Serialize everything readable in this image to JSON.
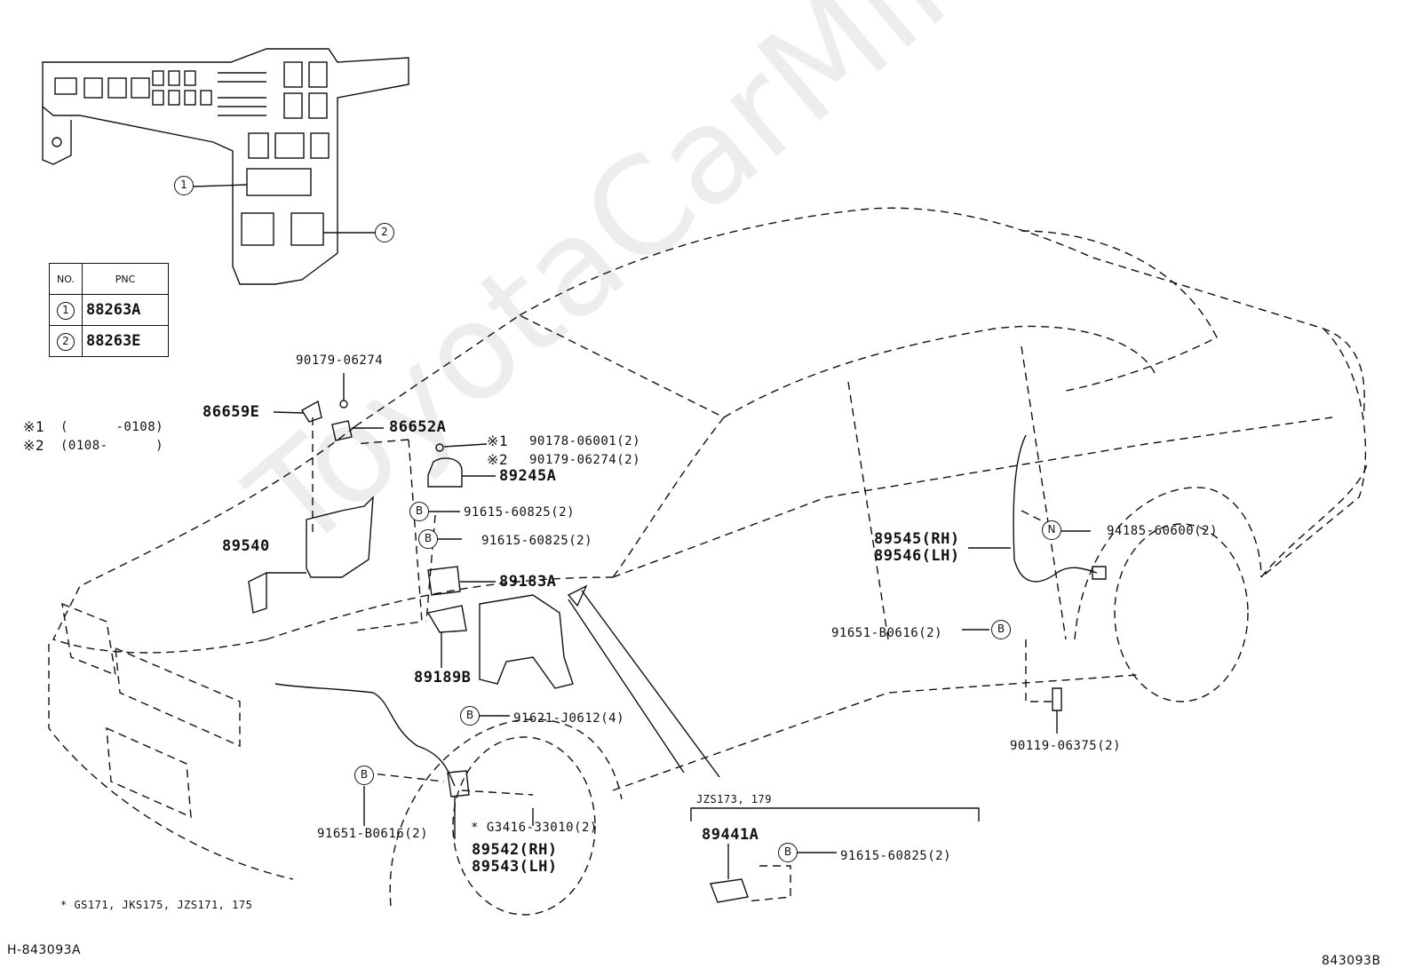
{
  "diagram_code_left": "H-843093A",
  "diagram_code_right": "843093B",
  "watermark": "ToyotaCarMine.ru",
  "table": {
    "header_no": "NO.",
    "header_pnc": "PNC",
    "rows": [
      {
        "no": "1",
        "pnc": "88263A"
      },
      {
        "no": "2",
        "pnc": "88263E"
      }
    ]
  },
  "fuse_box_callouts": {
    "one": "1",
    "two": "2"
  },
  "notes": {
    "note1_mark": "※1",
    "note1_range": "(      -0108)",
    "note2_mark": "※2",
    "note2_range": "(0108-      )",
    "footnote": "* GS171, JKS175, JZS171, 175",
    "jzs_group": "JZS173, 179"
  },
  "parts": {
    "p90179_06274_top": "90179-06274",
    "p86659E": "86659E",
    "p86652A": "86652A",
    "p90178_06001": "90178-06001(2)",
    "p90179_06274_2": "90179-06274(2)",
    "mark1": "※1",
    "mark2": "※2",
    "p89245A": "89245A",
    "p91615_a": "91615-60825(2)",
    "p91615_b": "91615-60825(2)",
    "p89540": "89540",
    "p89183A": "89183A",
    "p89189B": "89189B",
    "p91621": "91621-J0612(4)",
    "p91651_left": "91651-B0616(2)",
    "pG3416": "* G3416-33010(2)",
    "p89542": "89542(RH)",
    "p89543": "89543(LH)",
    "p89545": "89545(RH)",
    "p89546": "89546(LH)",
    "p94185": "94185-60600(2)",
    "p91651_right": "91651-B0616(2)",
    "p90119": "90119-06375(2)",
    "p89441A": "89441A",
    "p91615_c": "91615-60825(2)"
  },
  "bolt_marks": {
    "b": "B",
    "n": "N"
  }
}
